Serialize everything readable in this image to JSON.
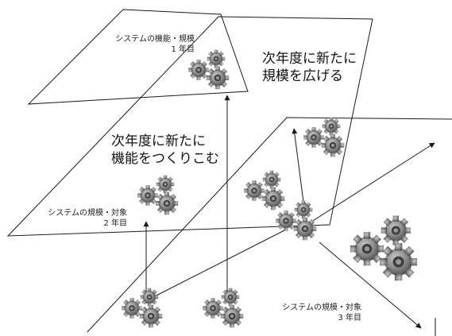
{
  "planes": {
    "year1": {
      "caption_line1": "システムの機能・規模",
      "caption_line2": "1 年目"
    },
    "year2": {
      "caption_line1": "システムの規模・対象",
      "caption_line2": "2 年目"
    },
    "year3": {
      "caption_line1": "システムの規模・対象",
      "caption_line2": "3 年目"
    }
  },
  "annotations": {
    "expand_scale": {
      "line1": "次年度に新たに",
      "line2": "規模を広げる"
    },
    "build_function": {
      "line1": "次年度に新たに",
      "line2": "機能をつくりこむ"
    }
  },
  "colors": {
    "line": "#1a1a1a",
    "gear_dark": "#5e5e5e",
    "gear_light": "#b4b4b4",
    "background": "#ffffff"
  },
  "icons": {
    "gear_cluster": "gears-icon"
  }
}
